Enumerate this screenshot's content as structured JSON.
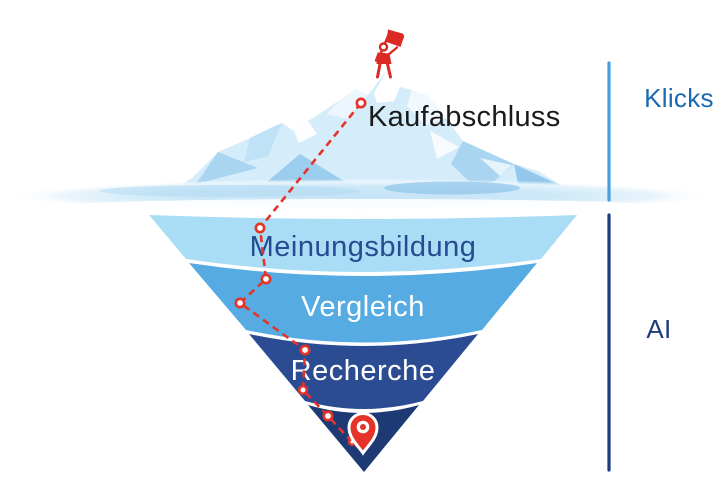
{
  "diagram": {
    "peak_label": "Kaufabschluss",
    "funnel_layers": [
      {
        "label": "Meinungsbildung",
        "color": "#a9ddf6",
        "text_color": "#254c91"
      },
      {
        "label": "Vergleich",
        "color": "#55abe2",
        "text_color": "#ffffff"
      },
      {
        "label": "Recherche",
        "color": "#2b4c92",
        "text_color": "#ffffff"
      },
      {
        "label": "",
        "color": "#1d3a75",
        "text_color": "#ffffff"
      }
    ],
    "side_markers": [
      {
        "label": "Klicks",
        "zone": "above-water",
        "line_color": "#4a9edb",
        "text_color": "#1a6ab3"
      },
      {
        "label": "AI",
        "zone": "below-water",
        "line_color": "#1e3c7c",
        "text_color": "#1e3c7c"
      }
    ],
    "colors": {
      "path_red": "#e6332a",
      "figure_red": "#da2a23",
      "pin_red": "#e6332a",
      "peak_text": "#1a1a1a",
      "mountain_ice": "#d5ecfb",
      "water": "#cde9f8"
    },
    "icons": {
      "climber_flag": "climber-with-flag-icon",
      "location_pin": "location-pin-icon"
    }
  }
}
